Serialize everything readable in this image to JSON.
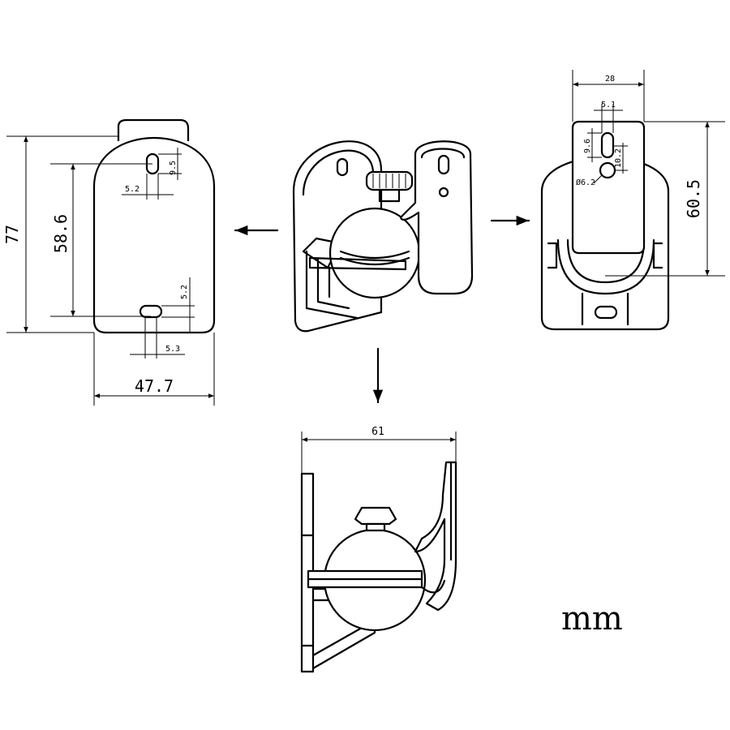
{
  "units": "mm",
  "rear_view": {
    "height_overall": "77",
    "hole_spacing": "58.6",
    "width": "47.7",
    "top_slot_width": "5.2",
    "top_slot_height": "9.5",
    "bottom_slot_height": "5.2",
    "bottom_slot_width": "5.3"
  },
  "front_view": {
    "width": "28",
    "slot_width": "5.1",
    "slot_length": "9.6",
    "slot_offset": "10.2",
    "hole_diameter": "Ø6.2",
    "height": "60.5"
  },
  "side_view": {
    "depth": "61"
  }
}
